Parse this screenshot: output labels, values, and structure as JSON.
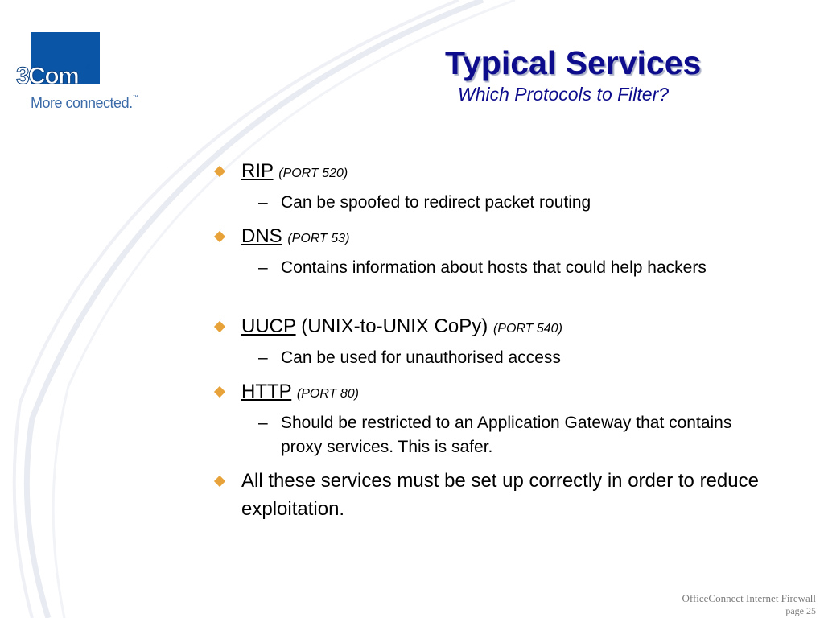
{
  "logo": {
    "brand": "3Com",
    "registered": "®",
    "tagline": "More connected.",
    "trademark": "™"
  },
  "slide": {
    "title": "Typical Services",
    "subtitle": "Which Protocols to Filter?"
  },
  "bullets": [
    {
      "name": "RIP",
      "port": "(PORT 520)",
      "sub": "Can be spoofed to redirect packet routing"
    },
    {
      "name": "DNS",
      "port": "(PORT 53)",
      "sub": "Contains information about hosts that could help hackers"
    },
    {
      "name": "UUCP",
      "detail": "(UNIX-to-UNIX CoPy)",
      "port": "(PORT 540)",
      "sub": "Can be used for unauthorised access"
    },
    {
      "name": "HTTP",
      "port": "(PORT 80)",
      "sub": "Should be restricted to an Application Gateway that contains proxy services.  This is safer."
    }
  ],
  "final_bullet": "All these services must be set up correctly in order to reduce exploitation.",
  "dash": "–",
  "footer": {
    "product": "OfficeConnect Internet Firewall",
    "page": "page 25"
  },
  "colors": {
    "title": "#0c0c8c",
    "bullet_marker": "#e8a23a",
    "logo_blue": "#0a55a5"
  }
}
